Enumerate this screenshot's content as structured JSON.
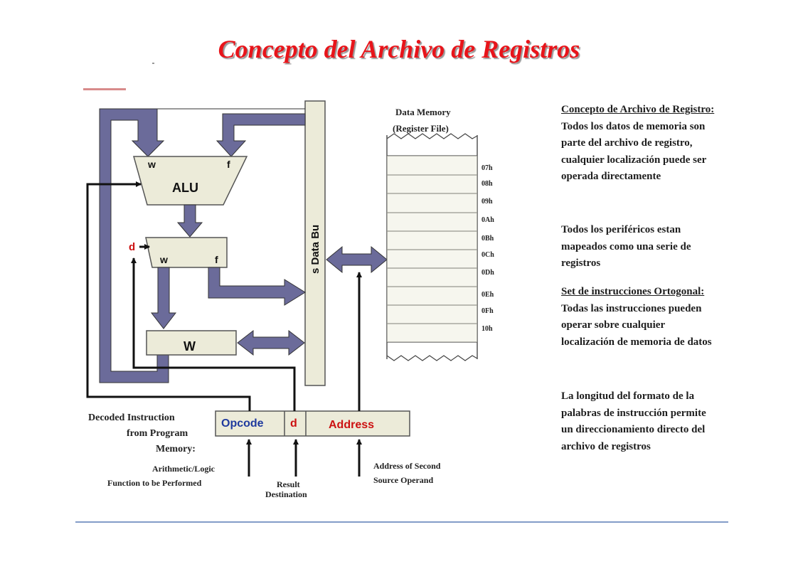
{
  "title": "Concepto del Archivo de Registros",
  "colors": {
    "title": "#e8141a",
    "bus_arrow": "#6b6b9a",
    "block_fill": "#ecebd9",
    "opcode_text": "#1f3a9e",
    "d_text": "#cc1111",
    "rule": "#5a7bb5"
  },
  "alu": {
    "label": "ALU",
    "w_input": "w",
    "f_input": "f"
  },
  "mux": {
    "w_input": "w",
    "f_input": "f",
    "d_label": "d"
  },
  "w_register": {
    "label": "W"
  },
  "data_bus": {
    "label": "s Data Bu"
  },
  "data_memory": {
    "title_line1": "Data Memory",
    "title_line2": "(Register File)",
    "addresses": [
      "07h",
      "08h",
      "09h",
      "0Ah",
      "0Bh",
      "0Ch",
      "0Dh",
      "0Eh",
      "0Fh",
      "10h"
    ]
  },
  "instruction": {
    "opcode": "Opcode",
    "d": "d",
    "address": "Address",
    "decoded_line1": "Decoded Instruction",
    "decoded_line2": "from Program",
    "decoded_line3": "Memory:",
    "function_line1": "Arithmetic/Logic",
    "function_line2": "Function to be Performed",
    "result_line1": "Result",
    "result_line2": "Destination",
    "second_line1": "Address of Second",
    "second_line2": "Source Operand"
  },
  "notes": {
    "p1_title": "Concepto de Archivo de Registro:",
    "p1_body": " Todos los datos de memoria son parte del archivo de registro, cualquier localización puede ser operada directamente",
    "p2": "Todos los periféricos estan mapeados como una serie de registros",
    "p3_title": "Set de instrucciones Ortogonal:",
    "p3_body": " Todas las instrucciones pueden operar sobre cualquier localización de memoria de datos",
    "p4": "La longitud del  formato de la palabras de instrucción permite un direccionamiento directo del archivo de registros"
  }
}
